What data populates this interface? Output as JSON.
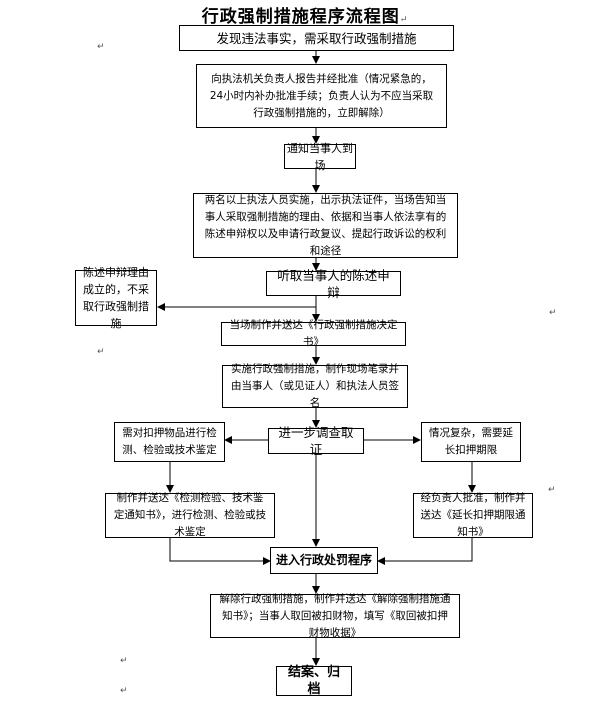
{
  "title": "行政强制措施程序流程图",
  "return_mark": "↵",
  "steps": {
    "discover": "发现违法事实，需采取行政强制措施",
    "report": "向执法机关负责人报告并经批准（情况紧急的，24小时内补办批准手续；负责人认为不应当采取行政强制措施的，立即解除）",
    "notify": "通知当事人到场",
    "inform": "两名以上执法人员实施，出示执法证件，当场告知当事人采取强制措施的理由、依据和当事人依法享有的陈述申辩权以及申请行政复议、提起行政诉讼的权利和途径",
    "hear": "听取当事人的陈述申辩",
    "defense_valid": "陈述申辩理由成立的，不采取行政强制措施",
    "decision": "当场制作并送达《行政强制措施决定书》",
    "implement": "实施行政强制措施，制作现场笔录并由当事人（或见证人）和执法人员签名",
    "investigate": "进一步调查取证",
    "need_test": "需对扣押物品进行检测、检验或技术鉴定",
    "complex": "情况复杂，需要延长扣押期限",
    "test_notice": "制作并送达《检测检验、技术鉴定通知书》，进行检测、检验或技术鉴定",
    "extend_notice": "经负责人批准，制作并送达《延长扣押期限通知书》",
    "penalty": "进入行政处罚程序",
    "release": "解除行政强制措施，制作并送达《解除强制措施通知书》；当事人取回被扣财物，填写《取回被扣押财物收据》",
    "close": "结案、归档"
  }
}
